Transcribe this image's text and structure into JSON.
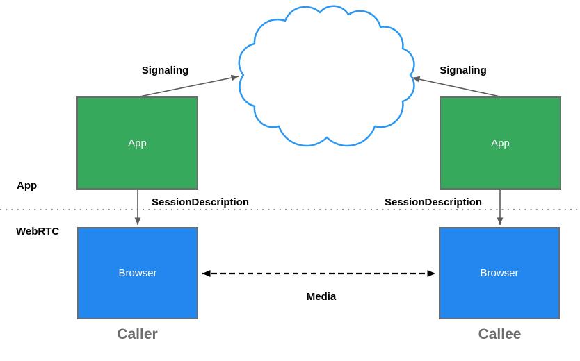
{
  "diagram": {
    "layers": {
      "top_label": "App",
      "bottom_label": "WebRTC"
    },
    "cloud": {
      "name": "signaling-network-cloud"
    },
    "nodes": {
      "caller_app": "App",
      "callee_app": "App",
      "caller_browser": "Browser",
      "callee_browser": "Browser"
    },
    "edges": {
      "signaling_left": "Signaling",
      "signaling_right": "Signaling",
      "session_left": "SessionDescription",
      "session_right": "SessionDescription",
      "media": "Media"
    },
    "captions": {
      "caller": "Caller",
      "callee": "Callee"
    }
  },
  "colors": {
    "app_fill": "#36A95C",
    "browser_fill": "#2287EE",
    "cloud_stroke": "#2B97F3",
    "box_border": "#6B6B6B",
    "arrow": "#5A5A5A",
    "media_arrow": "#000000",
    "caption_text": "#6E6E6E",
    "divider": "#8A8A8A",
    "label_text": "#000000"
  }
}
